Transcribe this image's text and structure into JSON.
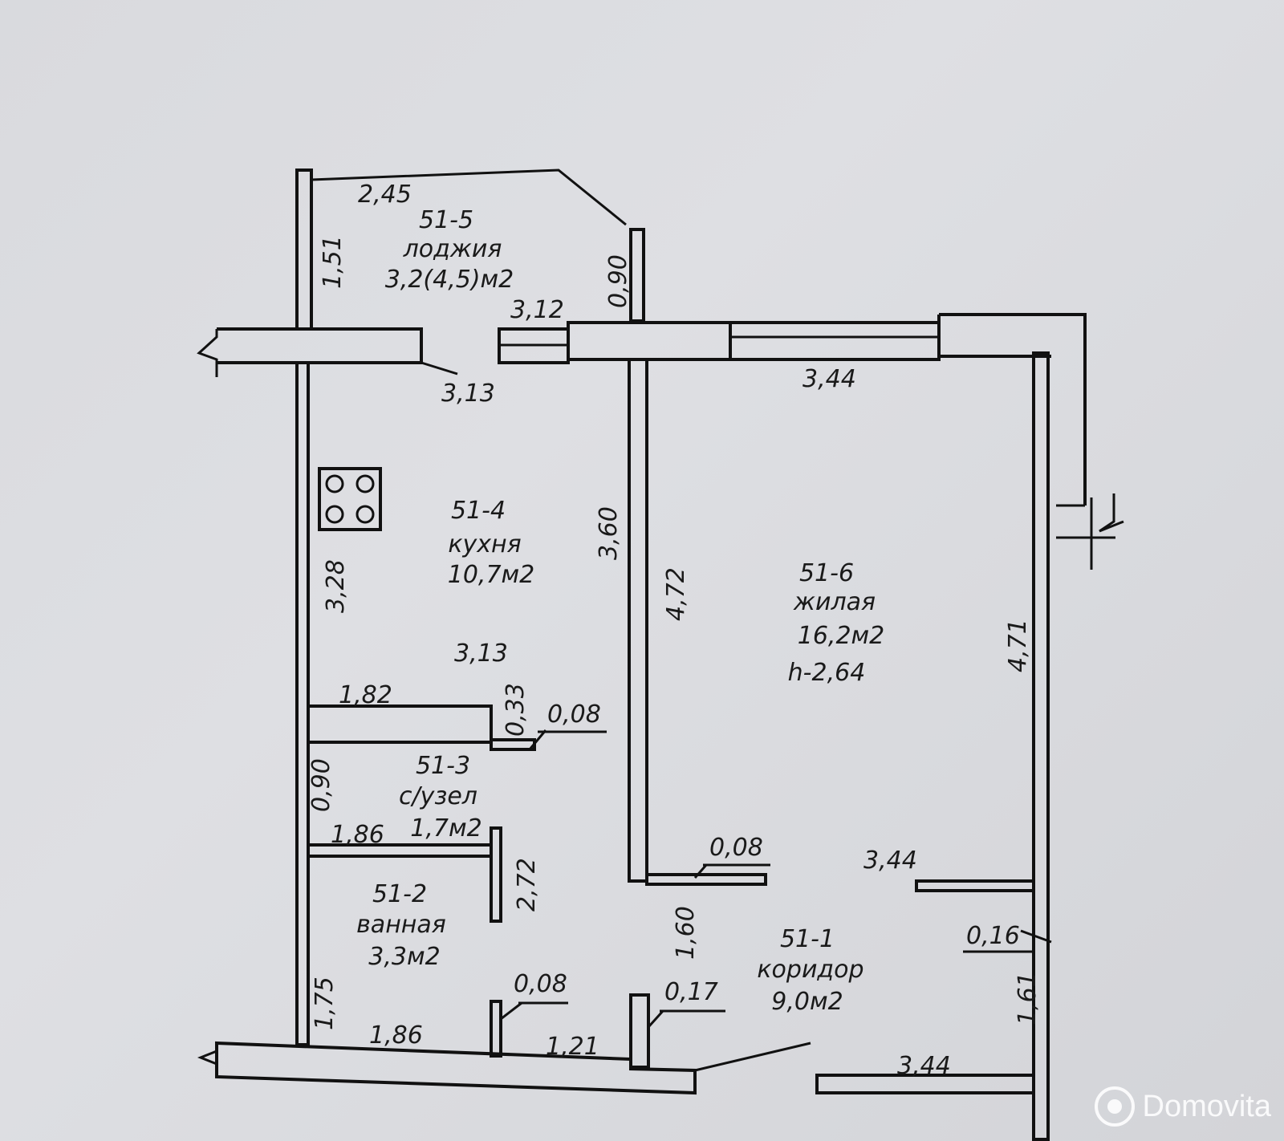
{
  "rooms": {
    "loggia": {
      "id": "51-5",
      "name": "лоджия",
      "area": "3,2(4,5)м2"
    },
    "kitchen": {
      "id": "51-4",
      "name": "кухня",
      "area": "10,7м2"
    },
    "living": {
      "id": "51-6",
      "name": "жилая",
      "area": "16,2м2",
      "height": "h-2,64"
    },
    "wc": {
      "id": "51-3",
      "name": "с/узел",
      "area": "1,7м2"
    },
    "bathroom": {
      "id": "51-2",
      "name": "ванная",
      "area": "3,3м2"
    },
    "corridor": {
      "id": "51-1",
      "name": "коридор",
      "area": "9,0м2"
    }
  },
  "dimensions": {
    "loggia_top": "2,45",
    "loggia_left": "1,51",
    "loggia_right": "0,90",
    "loggia_bottom": "3,12",
    "kitchen_top": "3,13",
    "living_top": "3,44",
    "kitchen_right": "3,60",
    "kitchen_left": "3,28",
    "living_left": "4,72",
    "living_right": "4,71",
    "kitchen_bottom": "3,13",
    "kitchen_step": "1,82",
    "kitchen_step_h": "0,33",
    "kitchen_partition": "0,08",
    "wc_left": "0,90",
    "wc_bottom": "1,86",
    "bath_partition_h": "2,72",
    "living_partition": "0,08",
    "living_bottom": "3,44",
    "corridor_left": "1,60",
    "corridor_partition": "0,16",
    "bath_left": "1,75",
    "bath_partition": "0,08",
    "column": "0,17",
    "bath_bottom": "1,86",
    "corridor_bottom": "1,21",
    "corridor_right": "1,61",
    "corridor_bottom_right": "3,44"
  },
  "watermark": {
    "text": "Domovita"
  }
}
